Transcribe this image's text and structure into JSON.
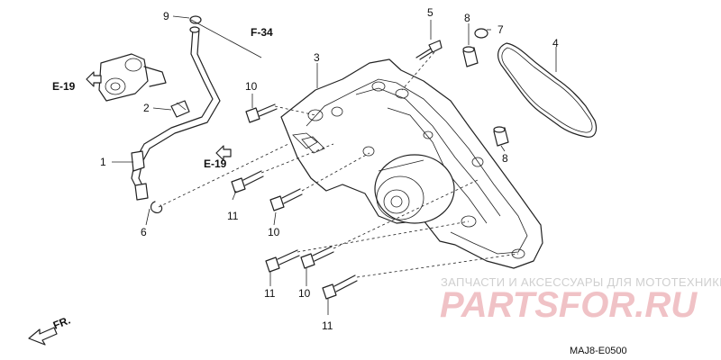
{
  "callouts": {
    "c1": "1",
    "c2": "2",
    "c3": "3",
    "c4": "4",
    "c5": "5",
    "c6": "6",
    "c7": "7",
    "c8a": "8",
    "c8b": "8",
    "c9": "9",
    "c10a": "10",
    "c10b": "10",
    "c10c": "10",
    "c11a": "11",
    "c11b": "11",
    "c11c": "11"
  },
  "refs": {
    "f34": "F-34",
    "e19a": "E-19",
    "e19b": "E-19"
  },
  "front_label": "FR.",
  "diagram_code": "MAJ8-E0500",
  "watermark": {
    "subtitle": "ЗАПЧАСТИ И АКСЕССУАРЫ ДЛЯ МОТОТЕХНИКИ",
    "brand": "PARTSFOR.RU"
  }
}
